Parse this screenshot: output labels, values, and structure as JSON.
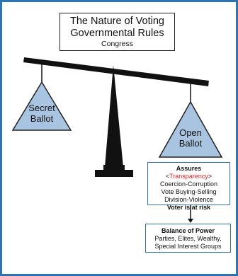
{
  "title": {
    "line1": "The Nature of Voting",
    "line2": "Governmental Rules",
    "line3": "Congress"
  },
  "left_pan": {
    "line1": "Secret",
    "line2": "Ballot"
  },
  "right_pan": {
    "line1": "Open",
    "line2": "Ballot"
  },
  "assures_box": {
    "heading": "Assures",
    "open_bracket": "<",
    "highlight": "Transparency",
    "close_bracket": ">",
    "items": [
      "Coercion-Corruption",
      "Vote Buying-Selling",
      "Division-Violence"
    ],
    "warning": "Voter is at risk"
  },
  "balance_box": {
    "heading": "Balance of Power",
    "items": [
      "Parties, Elites, Wealthy,",
      "Special Interest Groups"
    ]
  },
  "colors": {
    "frame": "#2e74b5",
    "pan_fill": "#a9c4e0",
    "highlight": "#e02020",
    "beam": "#111111"
  }
}
